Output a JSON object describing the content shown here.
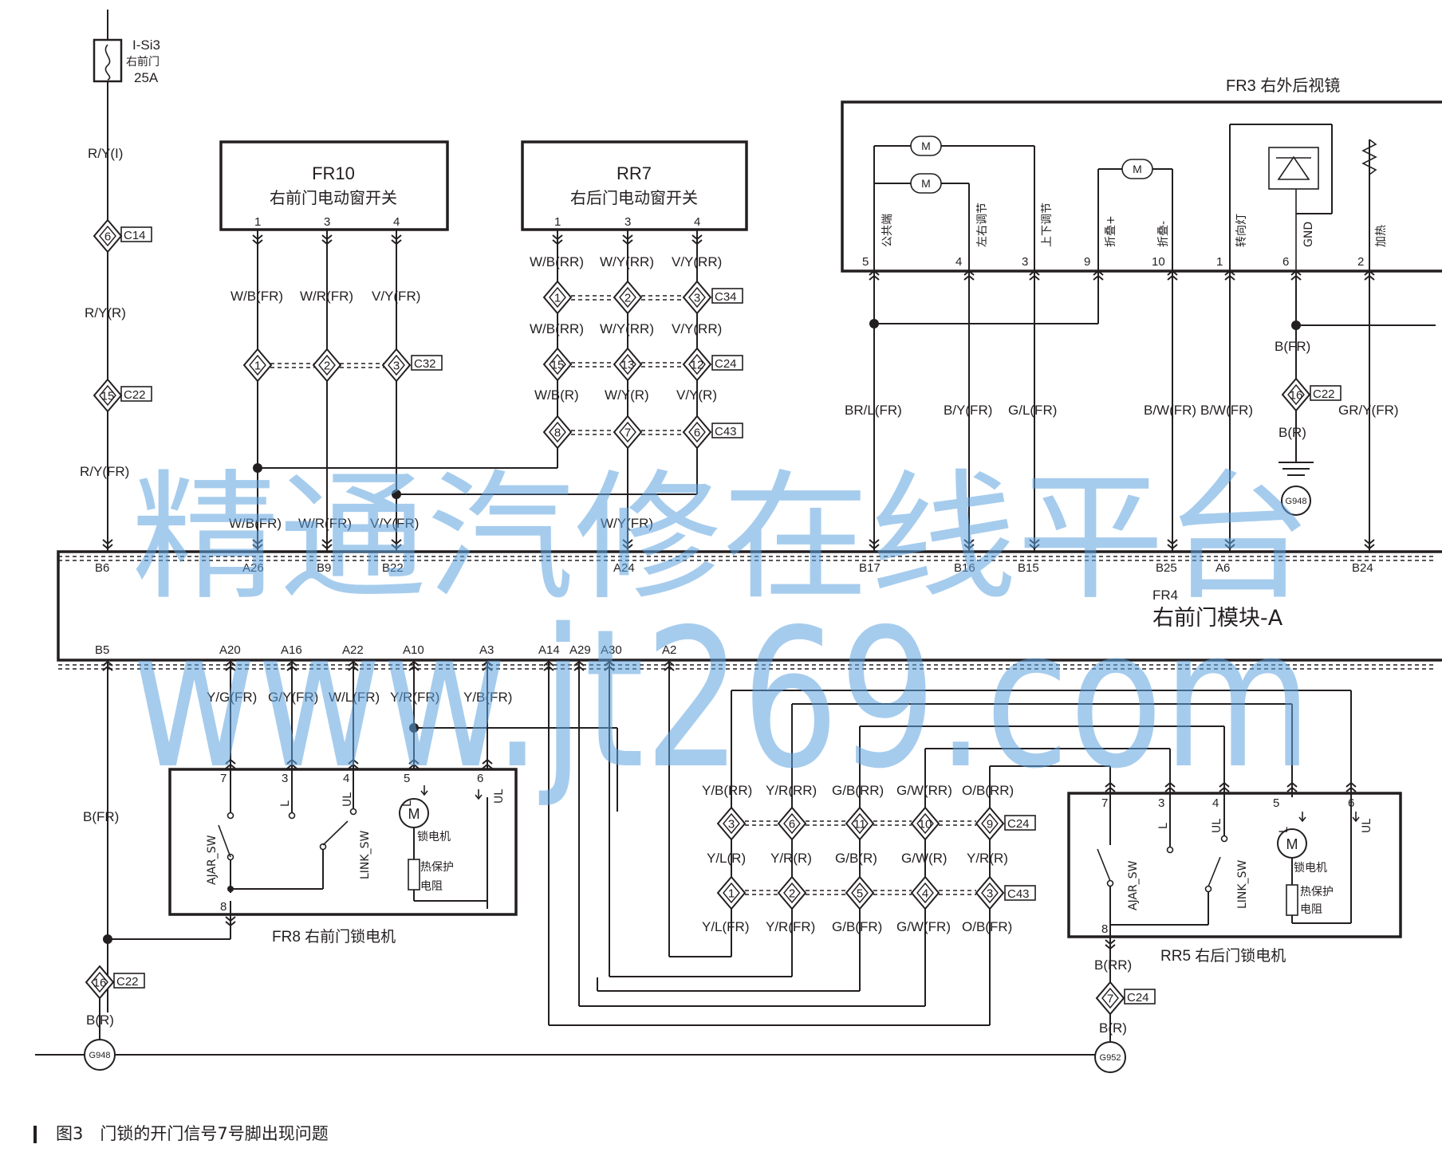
{
  "fuse": {
    "name": "I-Si3",
    "desc": "右前门",
    "rating": "25A"
  },
  "modules": {
    "fr10": {
      "code": "FR10",
      "name": "右前门电动窗开关"
    },
    "rr7": {
      "code": "RR7",
      "name": "右后门电动窗开关"
    },
    "fr3": {
      "title": "FR3 右外后视镜",
      "pin_labels": [
        "公共端",
        "左右调节",
        "上下调节",
        "折叠+",
        "折叠-",
        "转向灯",
        "GND",
        "加热"
      ]
    },
    "fr4": {
      "code": "FR4",
      "name": "右前门模块-A"
    },
    "fr8": {
      "title": "FR8 右前门锁电机"
    },
    "rr5": {
      "title": "RR5 右后门锁电机"
    }
  },
  "lock_parts": {
    "ajar": "AJAR_SW",
    "link": "LINK_SW",
    "motor_letter": "M",
    "motor": "锁电机",
    "thermal1": "热保护",
    "thermal2": "电阻",
    "L": "L",
    "UL": "UL"
  },
  "grounds": [
    "G948",
    "G952"
  ],
  "wires": {
    "ry_i": "R/Y(I)",
    "ry_r": "R/Y(R)",
    "ry_fr": "R/Y(FR)",
    "b_fr": "B(FR)",
    "b_r": "B(R)",
    "b_rr": "B(RR)",
    "wb_fr": "W/B(FR)",
    "wr_fr": "W/R(FR)",
    "vy_fr": "V/Y(FR)",
    "wb_rr": "W/B(RR)",
    "wy_rr": "W/Y(RR)",
    "vy_rr": "V/Y(RR)",
    "wb_r": "W/B(R)",
    "wy_r": "W/Y(R)",
    "vy_r": "V/Y(R)",
    "wy_fr": "W/Y(FR)",
    "brl_fr": "BR/L(FR)",
    "by_fr": "B/Y(FR)",
    "gl_fr": "G/L(FR)",
    "bw_fr": "B/W(FR)",
    "gry_fr": "GR/Y(FR)",
    "yg_fr": "Y/G(FR)",
    "gy_fr": "G/Y(FR)",
    "wl_fr": "W/L(FR)",
    "yr_fr": "Y/R(FR)",
    "yb_fr": "Y/B(FR)",
    "yb_rr": "Y/B(RR)",
    "yr_rr": "Y/R(RR)",
    "gb_rr": "G/B(RR)",
    "gw_rr": "G/W(RR)",
    "ob_rr": "O/B(RR)",
    "yl_r": "Y/L(R)",
    "yr_r": "Y/R(R)",
    "gb_r": "G/B(R)",
    "gw_r": "G/W(R)",
    "yl_fr": "Y/L(FR)",
    "gb_fr": "G/B(FR)",
    "gw_fr": "G/W(FR)",
    "ob_fr": "O/B(FR)"
  },
  "connectors": {
    "C14": "C14",
    "C22": "C22",
    "C32": "C32",
    "C34": "C34",
    "C24": "C24",
    "C43": "C43"
  },
  "module_pins": {
    "top": [
      "B6",
      "A26",
      "B9",
      "B22",
      "A24",
      "B17",
      "B16",
      "B15",
      "B25",
      "A6",
      "B24"
    ],
    "bottom": [
      "B5",
      "A20",
      "A16",
      "A22",
      "A10",
      "A3",
      "A14",
      "A29",
      "A30",
      "A2"
    ]
  },
  "watermark": {
    "line1": "精通汽修在线平台",
    "line2": "www.jt269.com"
  },
  "caption": "图3　门锁的开门信号7号脚出现问题"
}
